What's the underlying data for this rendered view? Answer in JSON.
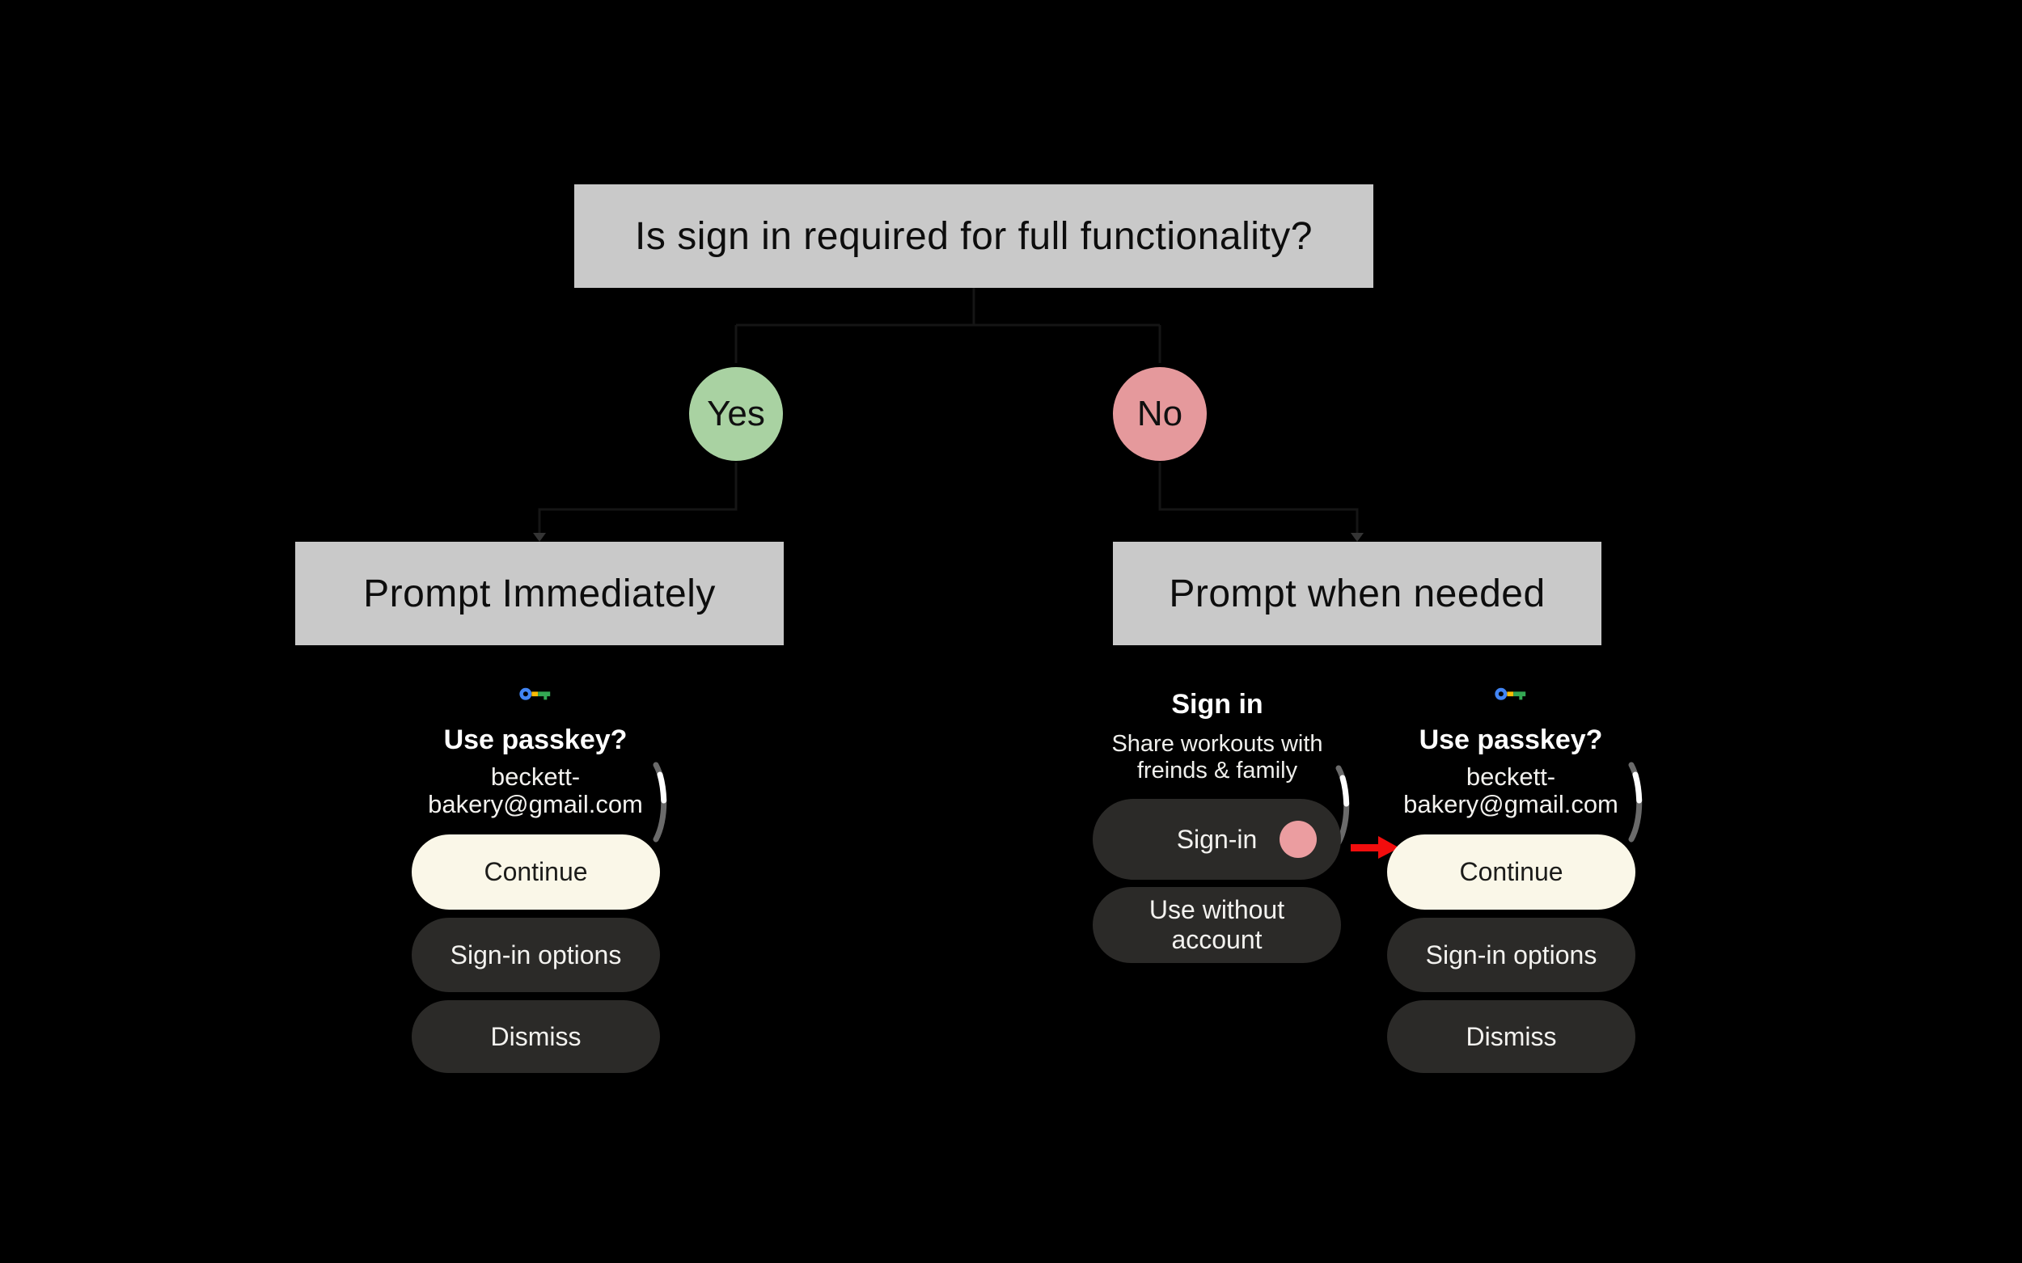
{
  "colors": {
    "background": "#000000",
    "box-gray": "#c9c9c9",
    "yes-green": "#a9d2a2",
    "no-pink": "#e5999c",
    "cream": "#faf7e8",
    "dark-pill": "#2b2a28",
    "arrow-red": "#f20d0d",
    "cursor-pink": "#eb9da0",
    "passkey-blue": "#4285f4",
    "passkey-yellow": "#fbbc05",
    "passkey-green": "#34a853",
    "scroll-track": "#6a6a6a",
    "scroll-thumb": "#ffffff"
  },
  "flowchart": {
    "question": "Is sign in required for full functionality?",
    "branches": [
      {
        "label": "Yes",
        "outcome": "Prompt Immediately"
      },
      {
        "label": "No",
        "outcome": "Prompt when needed"
      }
    ]
  },
  "screens": {
    "passkey": {
      "icon": "passkey-key-icon",
      "title": "Use passkey?",
      "email_lines": [
        "beckett-",
        "bakery@gmail.com"
      ],
      "buttons": [
        "Continue",
        "Sign-in options",
        "Dismiss"
      ]
    },
    "signin": {
      "title": "Sign in",
      "subtitle_lines": [
        "Share workouts with",
        "freinds & family"
      ],
      "signin_button": "Sign-in",
      "use_without_lines": [
        "Use without",
        "account"
      ]
    }
  }
}
